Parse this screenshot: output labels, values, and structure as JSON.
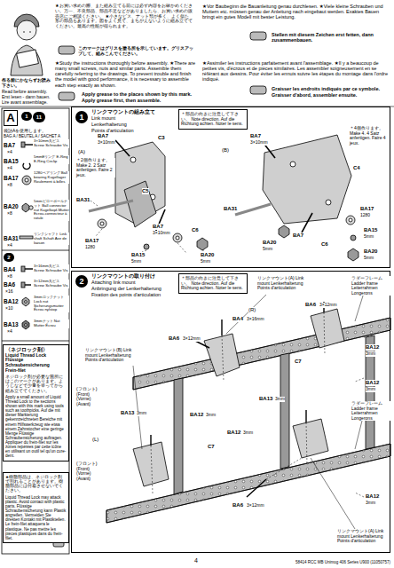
{
  "diagram": {
    "nodes": [
      {
        "text": [
          "1",
          "リンクマウントの組み立て",
          "Link mount",
          "Lenkerhalterung",
          "Points d'articulation"
        ]
      },
      {
        "text": [
          "＊部品の向きに注意して下さい。 Note direction. Auf die Richtung achten. Noter le sens."
        ],
        "in": 0
      },
      {
        "text": [
          "2",
          "リンクマウントの取り付け",
          "Attaching link mount",
          "Anbringung der Lenkerhalterung",
          "Fixation des points d'articulation"
        ]
      },
      {
        "text": [
          "＊部品の向きに注意して下さい。 Note direction. Auf die Richtung achten. Noter le sens."
        ],
        "in": 2
      },
      {
        "text": [
          "A"
        ]
      },
      {
        "text": [
          "〈ネジロック剤〉",
          "Liquid Thread Lock",
          "Flüssige Schraubensicherung",
          "Frein-filet",
          "ネジロック剤が必要な箇所にはこのマークがあります。ようじなどで少量を塗ってから組み立ててください。",
          "Apply a small amount of Liquid Thread Lock to the sections shown with this mark using tools such as toothpicks. Auf die mit dieser Markierung gekennzeichneten Bereiche mit einem Hilfswerkzeug wie etwa einem Zahnstocher eine geringe Menge Flüssige Schraubensicherung auftragen. Appliquer du frein-filet sur les zones repérées par cette icône en utilisant un outil tel qu'un cure-dent."
        ]
      },
      {
        "text": [
          "★樹脂部品は、ネジロック剤で割れることがあります。樹脂部品には付着させないでください。",
          "Liquid Thread Lock may attack plastic. Avoid contact with plastic parts. Flüssige Schraubensicherung kann Plastik angreifen. Vermeiden Sie direkten Kontakt mit Plastikteilen. Le frein-filet attaquera le plastique. Ne pas mettre les pièces plastiques dans du frein-filet."
        ]
      }
    ],
    "labels": [
      "★お買い求めの際、また組み立てる前には必ず内容をお確かめください。万一、不良部品、部品不足などがありましたら、お買い求めの販売店にご相談ください。 ★小さなビス、ナット類が多く、よく似た形の部品もあります。図をよく見て、まちがえないように組み立ててください。最高の性能が得られます。",
      "★Vor Baubeginn die Bauanleitung genau durchlesen. ★Viele kleine Schrauben und Muttern etc. müssen genau der Anleitung nach eingebaut werden. Exaktes Bauen bringt ein gutes Modell mit bester Leistung.",
      "Stellen mit diesem Zeichen erst fetten, dann zusammenbauen.",
      "このマークはグリスを塗る所を示しています。グリスアップして、組みこんでください。",
      "★Study the instructions thoroughly before assembly. ★There are many small screws, nuts and similar parts. Assemble them carefully referring to the drawings. To prevent trouble and finish the model with good performance, it is necessary to assemble each step exactly as shown.",
      "Apply grease to the places shown by this mark.",
      "Apply grease first, then assemble.",
      "★Assimiler les instructions parfaitement avant l'assemblage. ★Il y a beaucoup de petites vis, d'écrous et de pièces similaires. Les assembler soigneusement en se référant aux dessins. Pour éviter les ennuis suivre les étapes du montage dans l'ordre indiqué.",
      "Graisser les endroits indiqués par ce symbole.",
      "Graisser d'abord, assembler ensuite.",
      "作る前にかならずお読み下さい。",
      "Read before assembly.",
      "Erst lesen - dann bauen.",
      "Lire avant assemblage.",
      "1",
      "11",
      "袋詰Aを使用します。",
      "BAG A / BEUTEL A / SACHET A",
      "BA7",
      "×4",
      "3×10mm丸ビス Screw Schraube Vis",
      "BA15",
      "×4",
      "5mmEリング E-Ring E-Ring Circlip",
      "BA17",
      "×8",
      "1280ベアリング Ball bearing Kugellager Roulement à billes",
      "BA20",
      "×8",
      "5mmピローボールナット Ball connector nut Kugelkopf-Mutter Ecrou-connecteur à rotule",
      "BA31",
      "×4",
      "リンクシャフト Link shaft Schaft Axe de liaison",
      "2",
      "BA4",
      "×8",
      "3×16mm丸ビス Screw Schraube Vis",
      "BA6",
      "×16",
      "3×12mm丸ビス Screw Schraube Vis",
      "BA12",
      "×10",
      "3mmロックナット Lock nut Sicherungsmutter Écrou nylstop",
      "BA13",
      "×4",
      "3mmナット Nut Mutter Écrou",
      "(A)",
      "BA7",
      "3×10mm",
      "C3",
      "＊2個作ります。 Make 2. 2 Satz anfertigen. Faire 2 jeux.",
      "BA31",
      "C5",
      "BA7",
      "3×10mm",
      "BA17",
      "1280",
      "BA15",
      "5mm",
      "C6",
      "BA20",
      "5mm",
      "(B)",
      "BA7",
      "3×10mm",
      "C4",
      "＊4個作ります。 Make 4. 4 Satz anfertigen. Faire 4 jeux.",
      "BA31",
      "BA20",
      "5mm",
      "BA17",
      "1280",
      "BA7",
      "C6",
      "BA15",
      "5mm",
      "BA20",
      "5mm",
      "(R)",
      "リンクマウント(A) Link mount Lenkerhalterung Points d'articulation",
      "ラダーフレーム Ladder frame Leiterrahmen Longerons",
      "BA6",
      "3×12mm",
      "BA4",
      "3×16mm",
      "BA12",
      "3mm",
      "BA6",
      "3×12mm",
      "C7",
      "リンクマウント(B) Link mount Lenkerhalterung Points d'articulation",
      "BA12",
      "3mm",
      "BA13",
      "3mm",
      "(フロント) (Front) (Vorne) (Avant)",
      "ラダーフレーム Ladder frame Leiterrahmen Longerons",
      "BA13",
      "3mm",
      "BA12",
      "3mm",
      "BA12",
      "3mm",
      "(L)",
      "C7",
      "(フロント) (Front) (Vorne) (Avant)",
      "BA6",
      "3×12mm",
      "BA12",
      "3mm",
      "リンクマウント(A) Link mount Lenkerhalterung Points d'articulation",
      "4",
      "58414 RCC MB Unimog 406 Series U900 (11050757)"
    ]
  }
}
